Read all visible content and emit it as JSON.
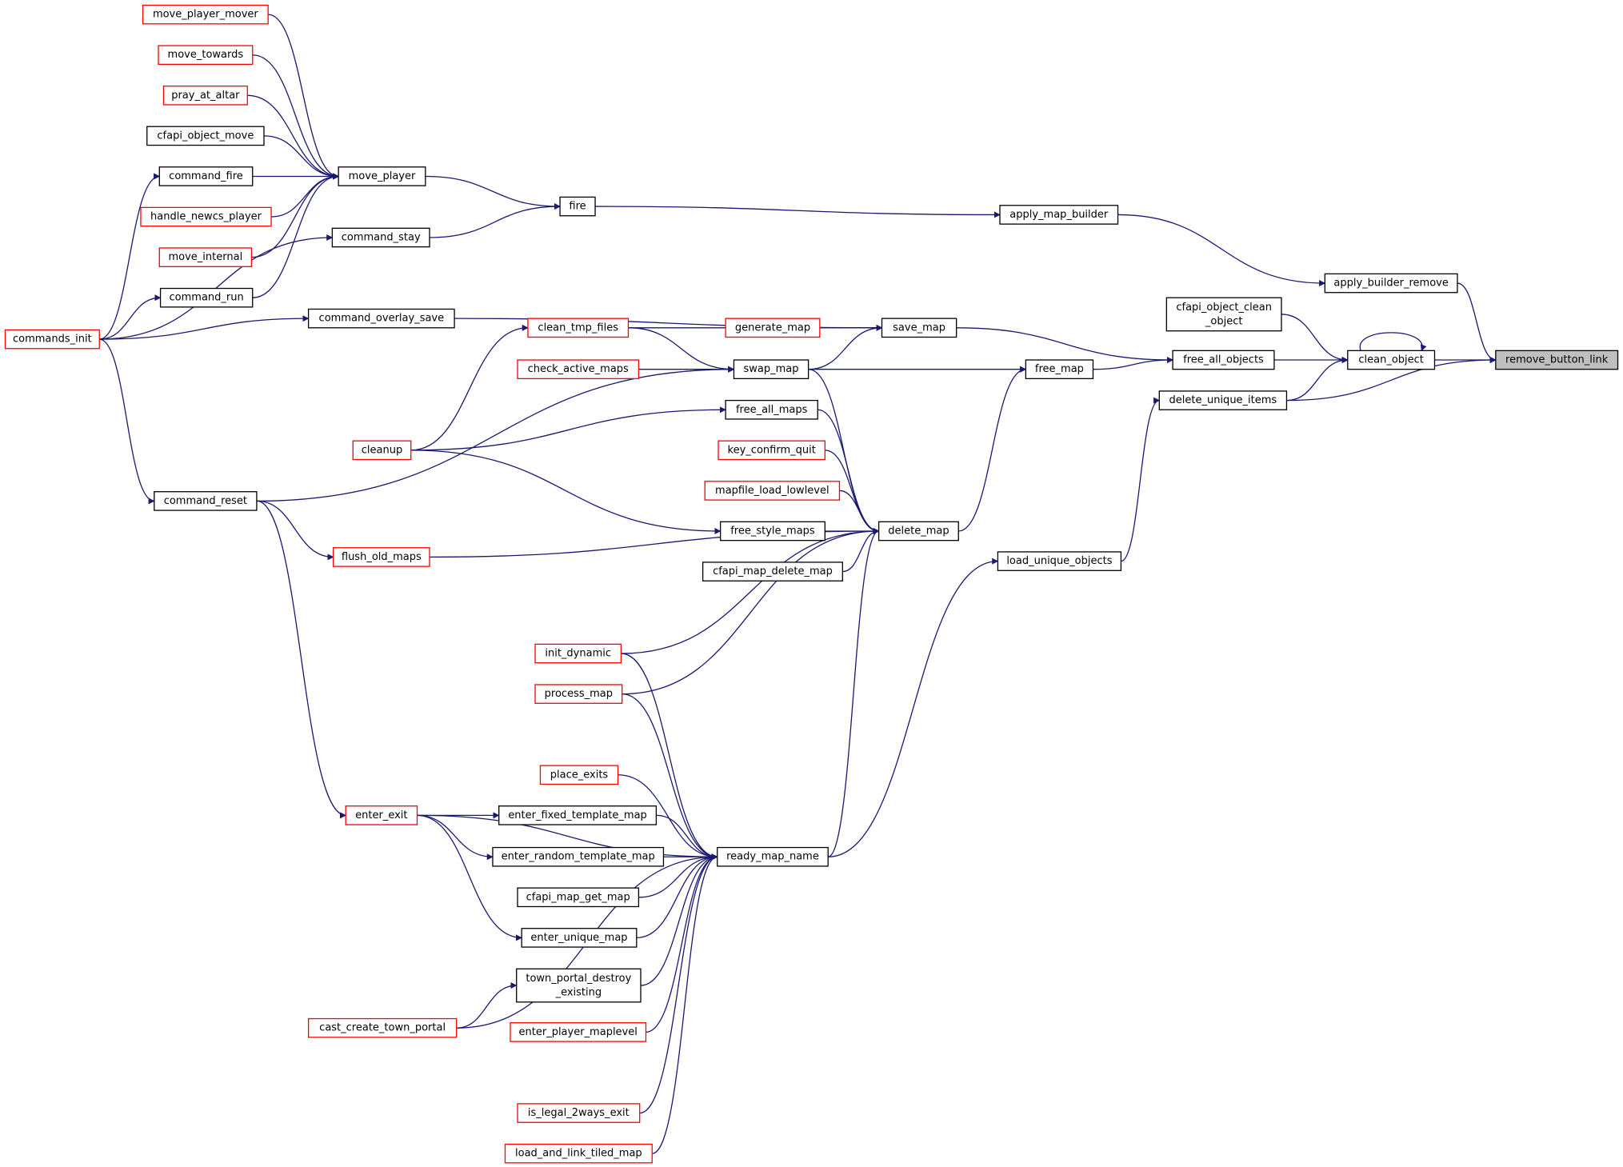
{
  "colors": {
    "edge": "#191970",
    "node_black_border": "#000000",
    "node_red_border": "#ff0000",
    "focus_fill": "#bfbfbf"
  },
  "nodes": [
    {
      "id": "remove_button_link",
      "label": "remove_button_link",
      "style": "focus"
    },
    {
      "id": "clean_object",
      "label": "clean_object",
      "style": "black"
    },
    {
      "id": "apply_builder_remove",
      "label": "apply_builder_remove",
      "style": "black"
    },
    {
      "id": "cfapi_object_clean_object",
      "label": "cfapi_object_clean",
      "label2": "_object",
      "style": "black"
    },
    {
      "id": "free_all_objects",
      "label": "free_all_objects",
      "style": "black"
    },
    {
      "id": "delete_unique_items",
      "label": "delete_unique_items",
      "style": "black"
    },
    {
      "id": "apply_map_builder",
      "label": "apply_map_builder",
      "style": "black"
    },
    {
      "id": "free_map",
      "label": "free_map",
      "style": "black"
    },
    {
      "id": "load_unique_objects",
      "label": "load_unique_objects",
      "style": "black"
    },
    {
      "id": "fire",
      "label": "fire",
      "style": "black"
    },
    {
      "id": "save_map",
      "label": "save_map",
      "style": "black"
    },
    {
      "id": "swap_map",
      "label": "swap_map",
      "style": "black"
    },
    {
      "id": "delete_map",
      "label": "delete_map",
      "style": "black"
    },
    {
      "id": "ready_map_name",
      "label": "ready_map_name",
      "style": "black"
    },
    {
      "id": "generate_map",
      "label": "generate_map",
      "style": "red"
    },
    {
      "id": "clean_tmp_files",
      "label": "clean_tmp_files",
      "style": "red"
    },
    {
      "id": "check_active_maps",
      "label": "check_active_maps",
      "style": "red"
    },
    {
      "id": "free_all_maps",
      "label": "free_all_maps",
      "style": "black"
    },
    {
      "id": "key_confirm_quit",
      "label": "key_confirm_quit",
      "style": "red"
    },
    {
      "id": "mapfile_load_lowlevel",
      "label": "mapfile_load_lowlevel",
      "style": "red"
    },
    {
      "id": "free_style_maps",
      "label": "free_style_maps",
      "style": "black"
    },
    {
      "id": "cfapi_map_delete_map",
      "label": "cfapi_map_delete_map",
      "style": "black"
    },
    {
      "id": "move_player",
      "label": "move_player",
      "style": "black"
    },
    {
      "id": "command_stay",
      "label": "command_stay",
      "style": "black"
    },
    {
      "id": "command_overlay_save",
      "label": "command_overlay_save",
      "style": "black"
    },
    {
      "id": "cleanup",
      "label": "cleanup",
      "style": "red"
    },
    {
      "id": "command_reset",
      "label": "command_reset",
      "style": "black"
    },
    {
      "id": "flush_old_maps",
      "label": "flush_old_maps",
      "style": "red"
    },
    {
      "id": "init_dynamic",
      "label": "init_dynamic",
      "style": "red"
    },
    {
      "id": "process_map",
      "label": "process_map",
      "style": "red"
    },
    {
      "id": "place_exits",
      "label": "place_exits",
      "style": "red"
    },
    {
      "id": "enter_exit",
      "label": "enter_exit",
      "style": "red"
    },
    {
      "id": "enter_fixed_template_map",
      "label": "enter_fixed_template_map",
      "style": "black"
    },
    {
      "id": "enter_random_template_map",
      "label": "enter_random_template_map",
      "style": "black"
    },
    {
      "id": "cfapi_map_get_map",
      "label": "cfapi_map_get_map",
      "style": "black"
    },
    {
      "id": "enter_unique_map",
      "label": "enter_unique_map",
      "style": "black"
    },
    {
      "id": "town_portal_destroy_existing",
      "label": "town_portal_destroy",
      "label2": "_existing",
      "style": "black"
    },
    {
      "id": "enter_player_maplevel",
      "label": "enter_player_maplevel",
      "style": "red"
    },
    {
      "id": "is_legal_2ways_exit",
      "label": "is_legal_2ways_exit",
      "style": "red"
    },
    {
      "id": "load_and_link_tiled_map",
      "label": "load_and_link_tiled_map",
      "style": "red"
    },
    {
      "id": "cast_create_town_portal",
      "label": "cast_create_town_portal",
      "style": "red"
    },
    {
      "id": "move_player_mover",
      "label": "move_player_mover",
      "style": "red"
    },
    {
      "id": "move_towards",
      "label": "move_towards",
      "style": "red"
    },
    {
      "id": "pray_at_altar",
      "label": "pray_at_altar",
      "style": "red"
    },
    {
      "id": "cfapi_object_move",
      "label": "cfapi_object_move",
      "style": "black"
    },
    {
      "id": "command_fire",
      "label": "command_fire",
      "style": "black"
    },
    {
      "id": "handle_newcs_player",
      "label": "handle_newcs_player",
      "style": "red"
    },
    {
      "id": "move_internal",
      "label": "move_internal",
      "style": "red"
    },
    {
      "id": "command_run",
      "label": "command_run",
      "style": "black"
    },
    {
      "id": "commands_init",
      "label": "commands_init",
      "style": "red"
    }
  ],
  "edges": [
    {
      "from": "clean_object",
      "to": "remove_button_link"
    },
    {
      "from": "apply_builder_remove",
      "to": "remove_button_link"
    },
    {
      "from": "delete_unique_items",
      "to": "remove_button_link"
    },
    {
      "from": "clean_object",
      "to": "clean_object"
    },
    {
      "from": "cfapi_object_clean_object",
      "to": "clean_object"
    },
    {
      "from": "free_all_objects",
      "to": "clean_object"
    },
    {
      "from": "delete_unique_items",
      "to": "clean_object"
    },
    {
      "from": "apply_map_builder",
      "to": "apply_builder_remove"
    },
    {
      "from": "fire",
      "to": "apply_map_builder"
    },
    {
      "from": "save_map",
      "to": "free_all_objects"
    },
    {
      "from": "free_map",
      "to": "free_all_objects"
    },
    {
      "from": "load_unique_objects",
      "to": "delete_unique_items"
    },
    {
      "from": "swap_map",
      "to": "free_map"
    },
    {
      "from": "delete_map",
      "to": "free_map"
    },
    {
      "from": "ready_map_name",
      "to": "load_unique_objects"
    },
    {
      "from": "move_player",
      "to": "fire"
    },
    {
      "from": "command_stay",
      "to": "fire"
    },
    {
      "from": "swap_map",
      "to": "save_map"
    },
    {
      "from": "generate_map",
      "to": "save_map"
    },
    {
      "from": "clean_tmp_files",
      "to": "save_map"
    },
    {
      "from": "command_overlay_save",
      "to": "save_map"
    },
    {
      "from": "clean_tmp_files",
      "to": "swap_map"
    },
    {
      "from": "check_active_maps",
      "to": "swap_map"
    },
    {
      "from": "command_reset",
      "to": "swap_map"
    },
    {
      "from": "swap_map",
      "to": "delete_map"
    },
    {
      "from": "free_all_maps",
      "to": "delete_map"
    },
    {
      "from": "key_confirm_quit",
      "to": "delete_map"
    },
    {
      "from": "mapfile_load_lowlevel",
      "to": "delete_map"
    },
    {
      "from": "free_style_maps",
      "to": "delete_map"
    },
    {
      "from": "cfapi_map_delete_map",
      "to": "delete_map"
    },
    {
      "from": "flush_old_maps",
      "to": "delete_map"
    },
    {
      "from": "init_dynamic",
      "to": "delete_map"
    },
    {
      "from": "process_map",
      "to": "delete_map"
    },
    {
      "from": "ready_map_name",
      "to": "delete_map"
    },
    {
      "from": "cleanup",
      "to": "clean_tmp_files"
    },
    {
      "from": "cleanup",
      "to": "free_all_maps"
    },
    {
      "from": "cleanup",
      "to": "free_style_maps"
    },
    {
      "from": "move_player_mover",
      "to": "move_player"
    },
    {
      "from": "move_towards",
      "to": "move_player"
    },
    {
      "from": "pray_at_altar",
      "to": "move_player"
    },
    {
      "from": "cfapi_object_move",
      "to": "move_player"
    },
    {
      "from": "command_fire",
      "to": "move_player"
    },
    {
      "from": "handle_newcs_player",
      "to": "move_player"
    },
    {
      "from": "move_internal",
      "to": "move_player"
    },
    {
      "from": "command_run",
      "to": "move_player"
    },
    {
      "from": "commands_init",
      "to": "command_stay"
    },
    {
      "from": "commands_init",
      "to": "command_overlay_save"
    },
    {
      "from": "commands_init",
      "to": "command_fire"
    },
    {
      "from": "commands_init",
      "to": "command_run"
    },
    {
      "from": "commands_init",
      "to": "command_reset"
    },
    {
      "from": "command_reset",
      "to": "flush_old_maps"
    },
    {
      "from": "command_reset",
      "to": "enter_exit"
    },
    {
      "from": "init_dynamic",
      "to": "ready_map_name"
    },
    {
      "from": "process_map",
      "to": "ready_map_name"
    },
    {
      "from": "place_exits",
      "to": "ready_map_name"
    },
    {
      "from": "enter_exit",
      "to": "ready_map_name"
    },
    {
      "from": "enter_fixed_template_map",
      "to": "ready_map_name"
    },
    {
      "from": "enter_random_template_map",
      "to": "ready_map_name"
    },
    {
      "from": "cfapi_map_get_map",
      "to": "ready_map_name"
    },
    {
      "from": "enter_unique_map",
      "to": "ready_map_name"
    },
    {
      "from": "town_portal_destroy_existing",
      "to": "ready_map_name"
    },
    {
      "from": "enter_player_maplevel",
      "to": "ready_map_name"
    },
    {
      "from": "is_legal_2ways_exit",
      "to": "ready_map_name"
    },
    {
      "from": "load_and_link_tiled_map",
      "to": "ready_map_name"
    },
    {
      "from": "cast_create_town_portal",
      "to": "ready_map_name"
    },
    {
      "from": "enter_exit",
      "to": "enter_fixed_template_map"
    },
    {
      "from": "enter_exit",
      "to": "enter_random_template_map"
    },
    {
      "from": "enter_exit",
      "to": "enter_unique_map"
    },
    {
      "from": "cast_create_town_portal",
      "to": "town_portal_destroy_existing"
    }
  ]
}
